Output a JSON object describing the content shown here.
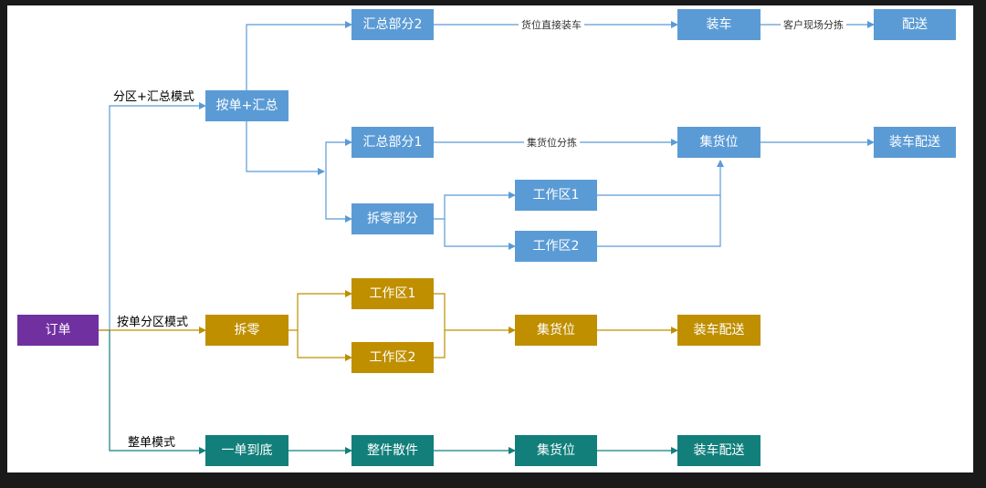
{
  "colors": {
    "blue": "#5b9bd5",
    "gold": "#bf8f00",
    "teal": "#127f7b",
    "purple": "#7030a0"
  },
  "nodes": {
    "order": "订单",
    "blue_pick_consolidate": "按单+汇总",
    "blue_consolidate_2": "汇总部分2",
    "blue_load_truck": "装车",
    "blue_deliver": "配送",
    "blue_consolidate_1": "汇总部分1",
    "blue_staging": "集货位",
    "blue_load_deliver": "装车配送",
    "blue_split_part": "拆零部分",
    "blue_workzone_1": "工作区1",
    "blue_workzone_2": "工作区2",
    "gold_split": "拆零",
    "gold_workzone_1": "工作区1",
    "gold_workzone_2": "工作区2",
    "gold_staging": "集货位",
    "gold_load_deliver": "装车配送",
    "teal_one_to_end": "一单到底",
    "teal_whole_loose": "整件散件",
    "teal_staging": "集货位",
    "teal_load_deliver": "装车配送"
  },
  "mode_labels": {
    "zone_consolidate": "分区+汇总模式",
    "pick_by_zone": "按单分区模式",
    "whole_order": "整单模式"
  },
  "edge_labels": {
    "direct_load": "货位直接装车",
    "customer_sort": "客户现场分拣",
    "staging_sort": "集货位分拣"
  }
}
